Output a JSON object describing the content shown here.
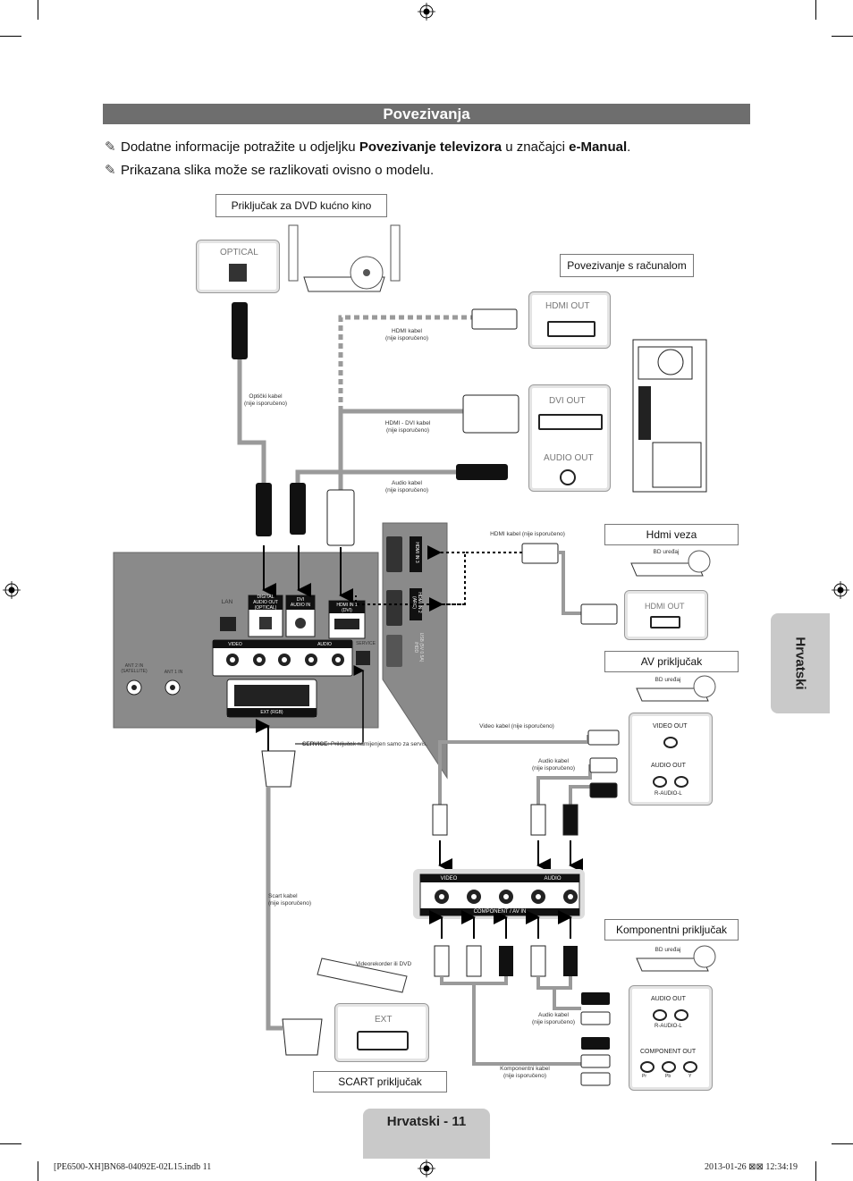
{
  "page": {
    "title": "Povezivanja",
    "notes": [
      {
        "prefix": "Dodatne informacije potražite u odjeljku ",
        "bold1": "Povezivanje televizora",
        "mid": " u značajci ",
        "bold2": "e-Manual",
        "suffix": "."
      },
      {
        "text": "Prikazana slika može se razlikovati ovisno o modelu."
      }
    ],
    "side_tab": "Hrvatski",
    "page_tab": "Hrvatski - 11",
    "footer_left": "[PE6500-XH]BN68-04092E-02L15.indb   11",
    "footer_right": "2013-01-26   ⊠⊠ 12:34:19"
  },
  "labels": {
    "dvd_home": "Priključak za DVD kućno kino",
    "pc": "Povezivanje s računalom",
    "hdmi_conn": "Hdmi veza",
    "av_conn": "AV priključak",
    "component_conn": "Komponentni priključak",
    "scart_conn": "SCART priključak"
  },
  "ports": {
    "optical": "OPTICAL",
    "hdmi_out": "HDMI OUT",
    "dvi_out": "DVI OUT",
    "audio_out": "AUDIO OUT",
    "bd_hdmi_out": "HDMI OUT",
    "video_out": "VIDEO OUT",
    "av_audio_out": "AUDIO OUT",
    "r_audio_l": "R-AUDIO-L",
    "comp_audio_out": "AUDIO OUT",
    "comp_r_audio_l": "R-AUDIO-L",
    "component_out": "COMPONENT OUT",
    "pr": "Pr",
    "pb": "Pb",
    "y": "Y",
    "ext": "EXT"
  },
  "cables": {
    "hdmi": "HDMI kabel\n(nije isporučeno)",
    "optical": "Optički kabel\n(nije isporučeno)",
    "hdmi_dvi": "HDMI - DVI kabel\n(nije isporučeno)",
    "audio": "Audio kabel\n(nije isporučeno)",
    "hdmi_side": "HDMI kabel (nije isporučeno)",
    "video": "Video kabel (nije isporučeno)",
    "av_audio": "Audio kabel\n(nije isporučeno)",
    "scart": "Scart kabel\n(nije isporučeno)",
    "comp_audio": "Audio kabel\n(nije isporučeno)",
    "component": "Komponentni kabel\n(nije isporučeno)"
  },
  "devices": {
    "bd1": "BD uređaj",
    "bd2": "BD uređaj",
    "bd3": "BD uređaj",
    "vcr": "Videorekorder ili DVD"
  },
  "tv_panel": {
    "lan": "LAN",
    "digital_audio_out": "DIGITAL\nAUDIO OUT\n(OPTICAL)",
    "dvi_audio_in": "DVI\nAUDIO IN",
    "hdmi_in_1": "HDMI IN 1\n(DVI)",
    "service": "SERVICE",
    "ant2": "ANT 2 IN\n(SATELLITE)",
    "ant1": "ANT 1 IN",
    "component_av_in": "COMPONENT / AV IN",
    "ext_rgb": "EXT (RGB)",
    "video": "VIDEO",
    "audio": "AUDIO",
    "hdmi_in_3": "HDMI IN 3",
    "hdmi_in_2": "HDMI IN 2\n(ARC)",
    "usb": "USB (5V 0.5A)\n/HDD",
    "service_note_bold": "SERVICE",
    "service_note": ": Priključak namijenjen samo za servis."
  },
  "component_panel": {
    "video": "VIDEO",
    "audio": "AUDIO",
    "label": "COMPONENT / AV IN"
  }
}
